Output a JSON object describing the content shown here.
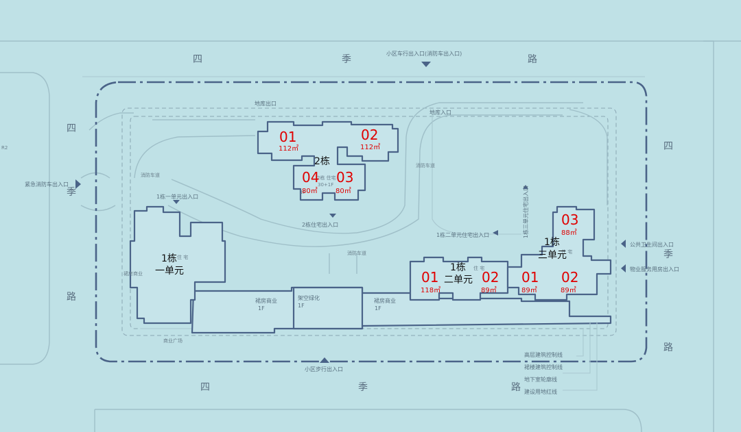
{
  "roads": {
    "north": [
      "四",
      "季",
      "路"
    ],
    "south": [
      "四",
      "季",
      "路"
    ],
    "west": [
      "四",
      "季",
      "路"
    ],
    "east": [
      "四",
      "季",
      "路"
    ]
  },
  "entrances": {
    "north_vehicle": "小区车行出入口(消防车出入口)",
    "south_pedestrian": "小区步行出入口",
    "west_fire": "紧急消防车出入口",
    "east_public_health": "公共卫生间出入口",
    "east_service": "物业服务用房出入口",
    "garage_west": "地库出口",
    "garage_east": "地库入口"
  },
  "building_entrances": {
    "b1_unit1": "1栋一单元出入口",
    "b2": "2栋住宅出入口",
    "b1_unit2": "1栋二单元住宅出入口",
    "b1_unit3": "1栋三单元住宅出入口"
  },
  "site_notes": {
    "shops_left": "裙房商业",
    "shops_left_floor": "1F",
    "shops_right": "裙房商业",
    "shops_right_floor": "1F",
    "overhead": "架空绿化",
    "overhead_floor": "1F",
    "plaza": "商业广场",
    "residential_small": "住 宅",
    "b2_small_a": "2栋 住宅",
    "b2_small_b": "30+1F",
    "b2_small_c": "1F",
    "b1_side": "裙房商业",
    "fire_lane": "消防车道",
    "fire_lane_b": "消防车道",
    "fire_lane_c": "消防车道",
    "r2": "R2"
  },
  "legend": [
    "高层建筑控制线",
    "裙楼建筑控制线",
    "地下室轮廓线",
    "建设用地红线"
  ],
  "building_labels": {
    "b2": "2栋",
    "b1u1_a": "1栋",
    "b1u1_b": "一单元",
    "b1u2_a": "1栋",
    "b1u2_b": "二单元",
    "b1u3_a": "1栋",
    "b1u3_b": "三单元"
  },
  "units": [
    {
      "name": "01",
      "area": "112㎡"
    },
    {
      "name": "02",
      "area": "112㎡"
    },
    {
      "name": "04",
      "area": "80㎡"
    },
    {
      "name": "03",
      "area": "80㎡"
    },
    {
      "name": "01",
      "area": "118㎡"
    },
    {
      "name": "02",
      "area": "89㎡"
    },
    {
      "name": "01",
      "area": "89㎡"
    },
    {
      "name": "02",
      "area": "89㎡"
    },
    {
      "name": "03",
      "area": "88㎡"
    }
  ],
  "colors": {
    "background": "#bfe1e6",
    "building_outline": "#4a6388",
    "unit_label": "#e00000"
  }
}
